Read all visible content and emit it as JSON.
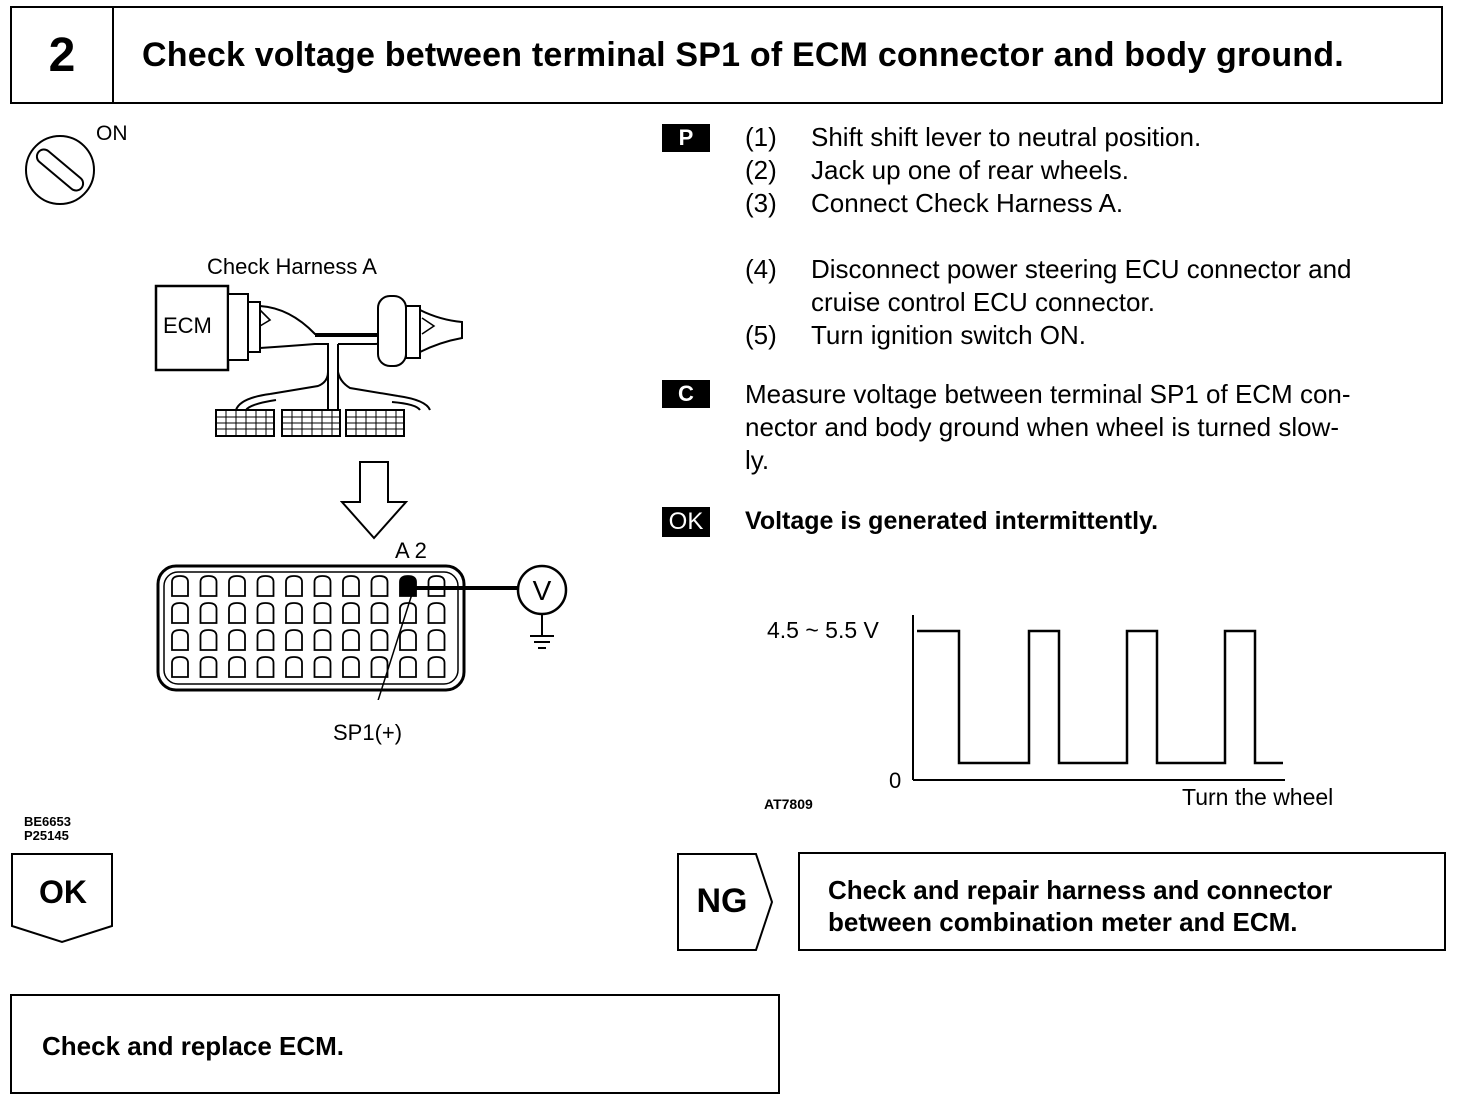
{
  "header": {
    "step_number": "2",
    "title": "Check voltage between terminal SP1 of ECM connector and body ground."
  },
  "figure": {
    "ignition_label": "ON",
    "harness_label": "Check Harness A",
    "ecm_label": "ECM",
    "pin_label": "A 2",
    "terminal_label": "SP1(+)",
    "voltmeter_symbol": "V",
    "codes": [
      "BE6653",
      "P25145"
    ]
  },
  "instructions": {
    "prep_tag": "P",
    "steps": [
      {
        "num": "(1)",
        "lines": [
          "Shift shift lever to neutral position."
        ]
      },
      {
        "num": "(2)",
        "lines": [
          "Jack up one of rear wheels."
        ]
      },
      {
        "num": "(3)",
        "lines": [
          "Connect Check Harness A."
        ]
      },
      {
        "num": "(4)",
        "lines": [
          "Disconnect power steering ECU connector and",
          "cruise control ECU connector."
        ]
      },
      {
        "num": "(5)",
        "lines": [
          "Turn ignition switch ON."
        ]
      }
    ],
    "check_tag": "C",
    "check_lines": [
      "Measure voltage between terminal SP1 of ECM con-",
      "nector and body ground when wheel is turned slow-",
      "ly."
    ],
    "ok_tag": "OK",
    "ok_text": "Voltage is generated intermittently."
  },
  "waveform": {
    "high_label": "4.5 ~ 5.5 V",
    "low_label": "0",
    "x_label": "Turn the wheel",
    "code": "AT7809"
  },
  "flow": {
    "ok_label": "OK",
    "ng_label": "NG",
    "ng_action": [
      "Check and repair harness and connector",
      "between combination meter and ECM."
    ],
    "ok_action": "Check and replace ECM."
  }
}
